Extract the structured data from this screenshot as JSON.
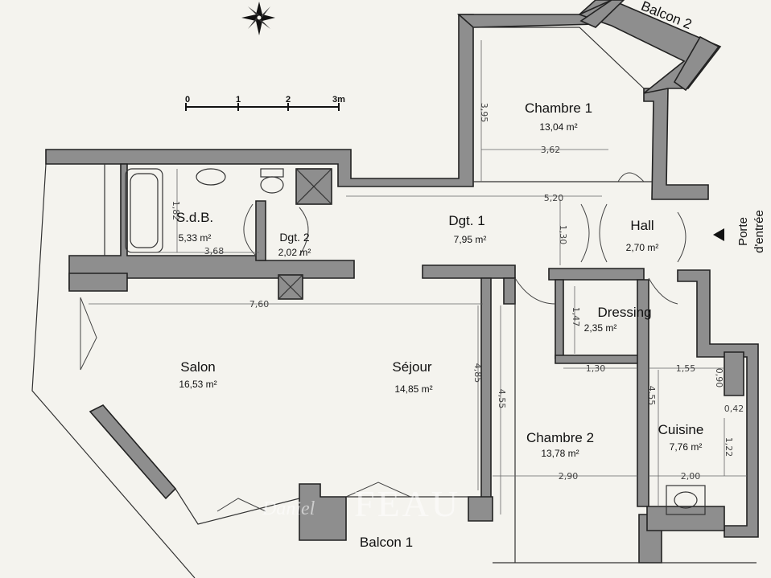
{
  "rooms": {
    "chambre1": {
      "name": "Chambre 1",
      "area": "13,04 m²"
    },
    "balcon2": {
      "name": "Balcon 2"
    },
    "sdb": {
      "name": "S.d.B.",
      "area": "5,33 m²"
    },
    "dgt2": {
      "name": "Dgt. 2",
      "area": "2,02 m²"
    },
    "dgt1": {
      "name": "Dgt. 1",
      "area": "7,95 m²"
    },
    "hall": {
      "name": "Hall",
      "area": "2,70 m²"
    },
    "dressing": {
      "name": "Dressing",
      "area": "2,35 m²"
    },
    "salon": {
      "name": "Salon",
      "area": "16,53 m²"
    },
    "sejour": {
      "name": "Séjour",
      "area": "14,85 m²"
    },
    "chambre2": {
      "name": "Chambre 2",
      "area": "13,78 m²"
    },
    "cuisine": {
      "name": "Cuisine",
      "area": "7,76 m²"
    },
    "balcon1": {
      "name": "Balcon 1"
    }
  },
  "entrance": {
    "line1": "Porte",
    "line2": "d'entrée"
  },
  "scale": {
    "ticks": [
      "0",
      "1",
      "2",
      "3m"
    ]
  },
  "dimensions": {
    "chambre1_width": "3,62",
    "chambre1_depth": "3,95",
    "dgt1_length": "5,20",
    "dgt1_width": "1,30",
    "sdb_length": "3,68",
    "sdb_width": "1,82",
    "salon_sejour_length": "7,60",
    "sejour_depth": "4,85",
    "dressing_width": "1,30",
    "dressing_depth": "1,47",
    "chambre2_depth": "4,55",
    "chambre2_width": "2,90",
    "cuisine_width_top": "1,55",
    "cuisine_depth": "4,55",
    "cuisine_width": "2,00",
    "cuisine_side1": "0,90",
    "cuisine_side2": "1,22",
    "cuisine_side3": "0,42"
  },
  "watermark": {
    "script": "Daniel",
    "brand": "FEAU"
  },
  "colors": {
    "wall": "#8e8e8e",
    "paper": "#f4f3ee",
    "line": "#222222"
  }
}
